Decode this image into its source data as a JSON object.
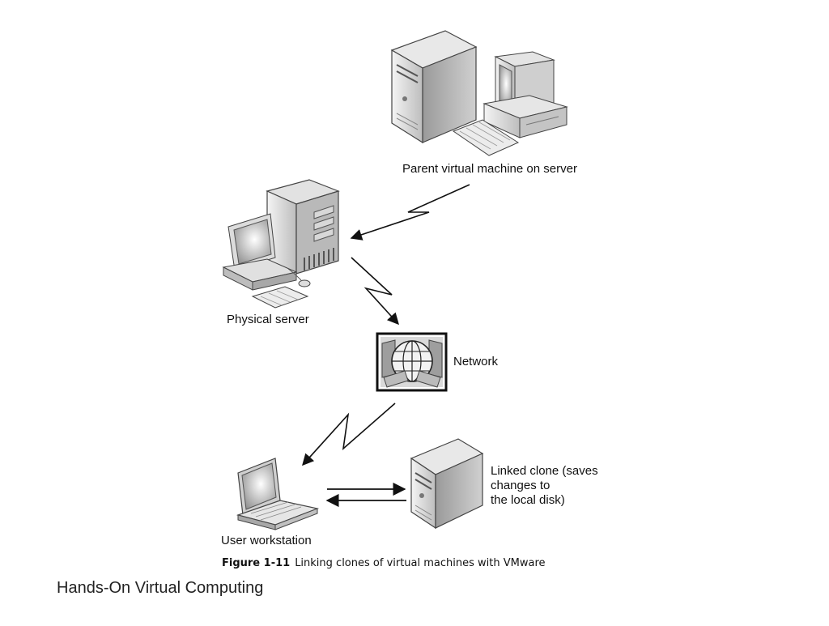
{
  "diagram": {
    "nodes": {
      "parent_vm": {
        "label": "Parent virtual machine on server",
        "icon": "desktop-computer-with-tower-icon"
      },
      "physical_server": {
        "label": "Physical server",
        "icon": "server-tower-with-monitor-icon"
      },
      "network": {
        "label": "Network",
        "icon": "network-globe-icon"
      },
      "user_workstation": {
        "label": "User workstation",
        "icon": "laptop-icon"
      },
      "linked_clone": {
        "label_lines": [
          "Linked clone (saves",
          "changes to",
          "the local disk)"
        ],
        "icon": "server-tower-icon"
      }
    },
    "edges": [
      {
        "from": "parent_vm",
        "to": "physical_server",
        "style": "lightning"
      },
      {
        "from": "physical_server",
        "to": "network",
        "style": "lightning"
      },
      {
        "from": "network",
        "to": "user_workstation",
        "style": "lightning"
      },
      {
        "from": "user_workstation",
        "to": "linked_clone",
        "style": "straight"
      },
      {
        "from": "linked_clone",
        "to": "user_workstation",
        "style": "straight"
      }
    ]
  },
  "caption": {
    "number": "Figure 1-11",
    "text": "Linking clones of virtual machines with VMware"
  },
  "footer": {
    "text": "Hands-On Virtual Computing"
  }
}
